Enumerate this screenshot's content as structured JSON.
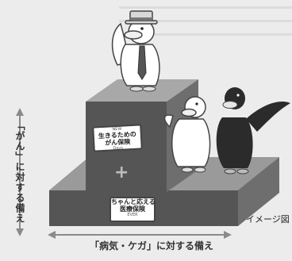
{
  "labels": {
    "vertical_axis": "「がん」に対する備え",
    "horizontal_axis": "「病気・ケガ」に対する備え",
    "caption": "イメージ図"
  },
  "upper_box": {
    "badge": "NEW",
    "line1": "生きるための",
    "line2": "がん保険",
    "brand": "Days"
  },
  "lower_box": {
    "line1": "ちゃんと応える",
    "line2": "医療保険",
    "brand": "EVER"
  },
  "plus_sign": "+",
  "colors": {
    "block_front": "#555555",
    "block_top": "#9a9a9a",
    "block_side": "#6e6e6e",
    "white_duck": "#ffffff",
    "black_duck": "#2b2b2b",
    "beak": "#f0f0f0"
  },
  "icons": [
    "white-duck-with-hat",
    "white-duck",
    "black-duck",
    "double-arrow"
  ]
}
